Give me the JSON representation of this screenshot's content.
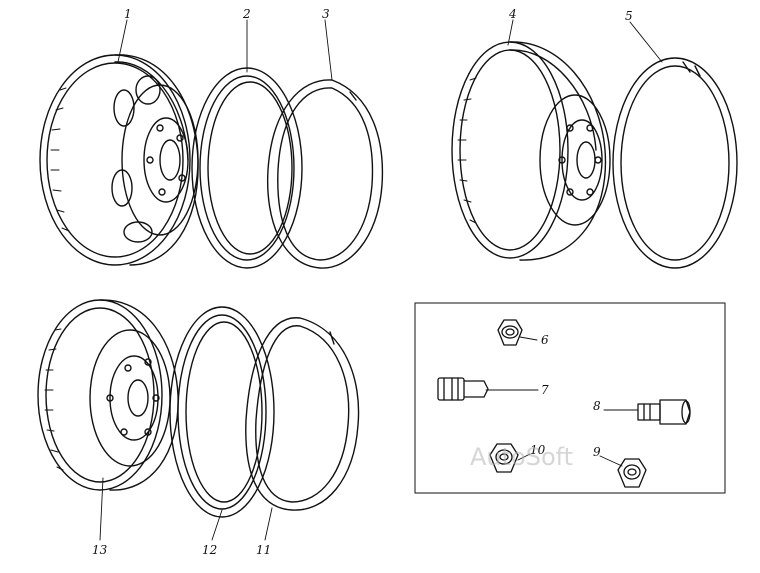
{
  "callouts": {
    "c1": "1",
    "c2": "2",
    "c3": "3",
    "c4": "4",
    "c5": "5",
    "c6": "6",
    "c7": "7",
    "c8": "8",
    "c9": "9",
    "c10": "10",
    "c11": "11",
    "c12": "12",
    "c13": "13"
  },
  "watermark": "AutoSoft",
  "colors": {
    "ink": "#111111",
    "paper": "#ffffff",
    "watermark": "#b5b5b5"
  }
}
